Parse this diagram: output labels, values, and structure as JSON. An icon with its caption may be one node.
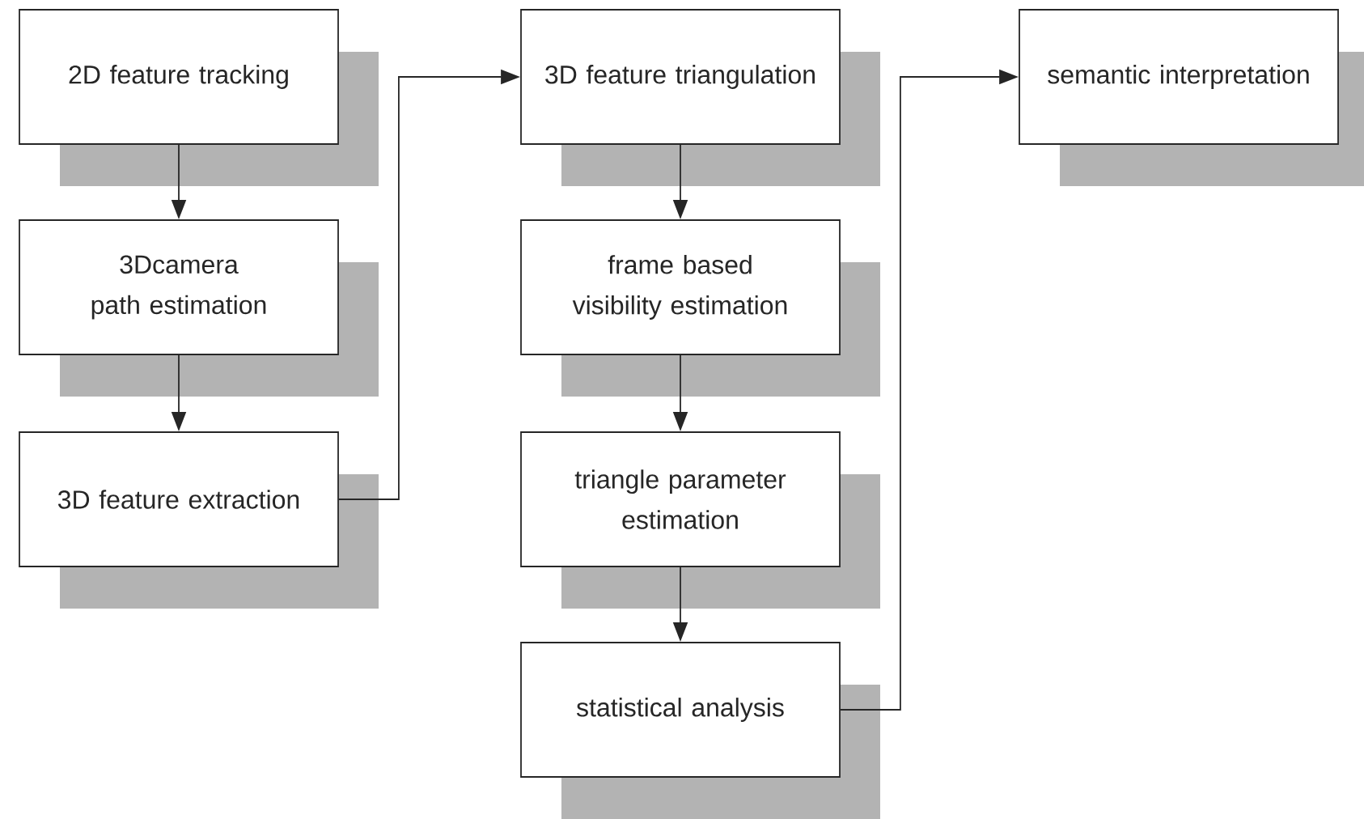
{
  "diagram": {
    "nodes": [
      {
        "text": [
          "2D feature tracking"
        ]
      },
      {
        "text": [
          "3Dcamera path estimation"
        ]
      },
      {
        "text": [
          "3D feature extraction"
        ]
      },
      {
        "text": [
          "3D feature triangulation"
        ]
      },
      {
        "text": [
          "frame based visibility estimation"
        ]
      },
      {
        "text": [
          "triangle parameter estimation"
        ]
      },
      {
        "text": [
          "statistical analysis"
        ]
      },
      {
        "text": [
          "semantic interpretation"
        ]
      }
    ],
    "edges": [
      {
        "from": 0,
        "to": 1,
        "arrow": "to"
      },
      {
        "from": 1,
        "to": 2,
        "arrow": "to"
      },
      {
        "from": 2,
        "to": 3,
        "arrow": "to"
      },
      {
        "from": 3,
        "to": 4,
        "arrow": "to"
      },
      {
        "from": 4,
        "to": 5,
        "arrow": "to"
      },
      {
        "from": 5,
        "to": 6,
        "arrow": "to"
      },
      {
        "from": 6,
        "to": 7,
        "arrow": "to"
      }
    ]
  }
}
